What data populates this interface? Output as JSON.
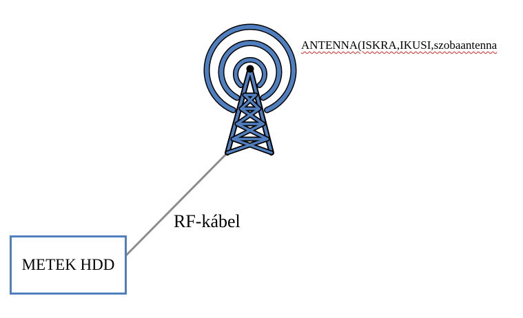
{
  "antenna": {
    "label": "ANTENNA(ISKRA,IKUSI,szobaantenna"
  },
  "cable": {
    "label": "RF-kábel"
  },
  "device": {
    "label": "METEK HDD"
  },
  "colors": {
    "accent_blue": "#4f7fbf",
    "cable_gray": "#8c8c8c",
    "outline_black": "#000000"
  }
}
